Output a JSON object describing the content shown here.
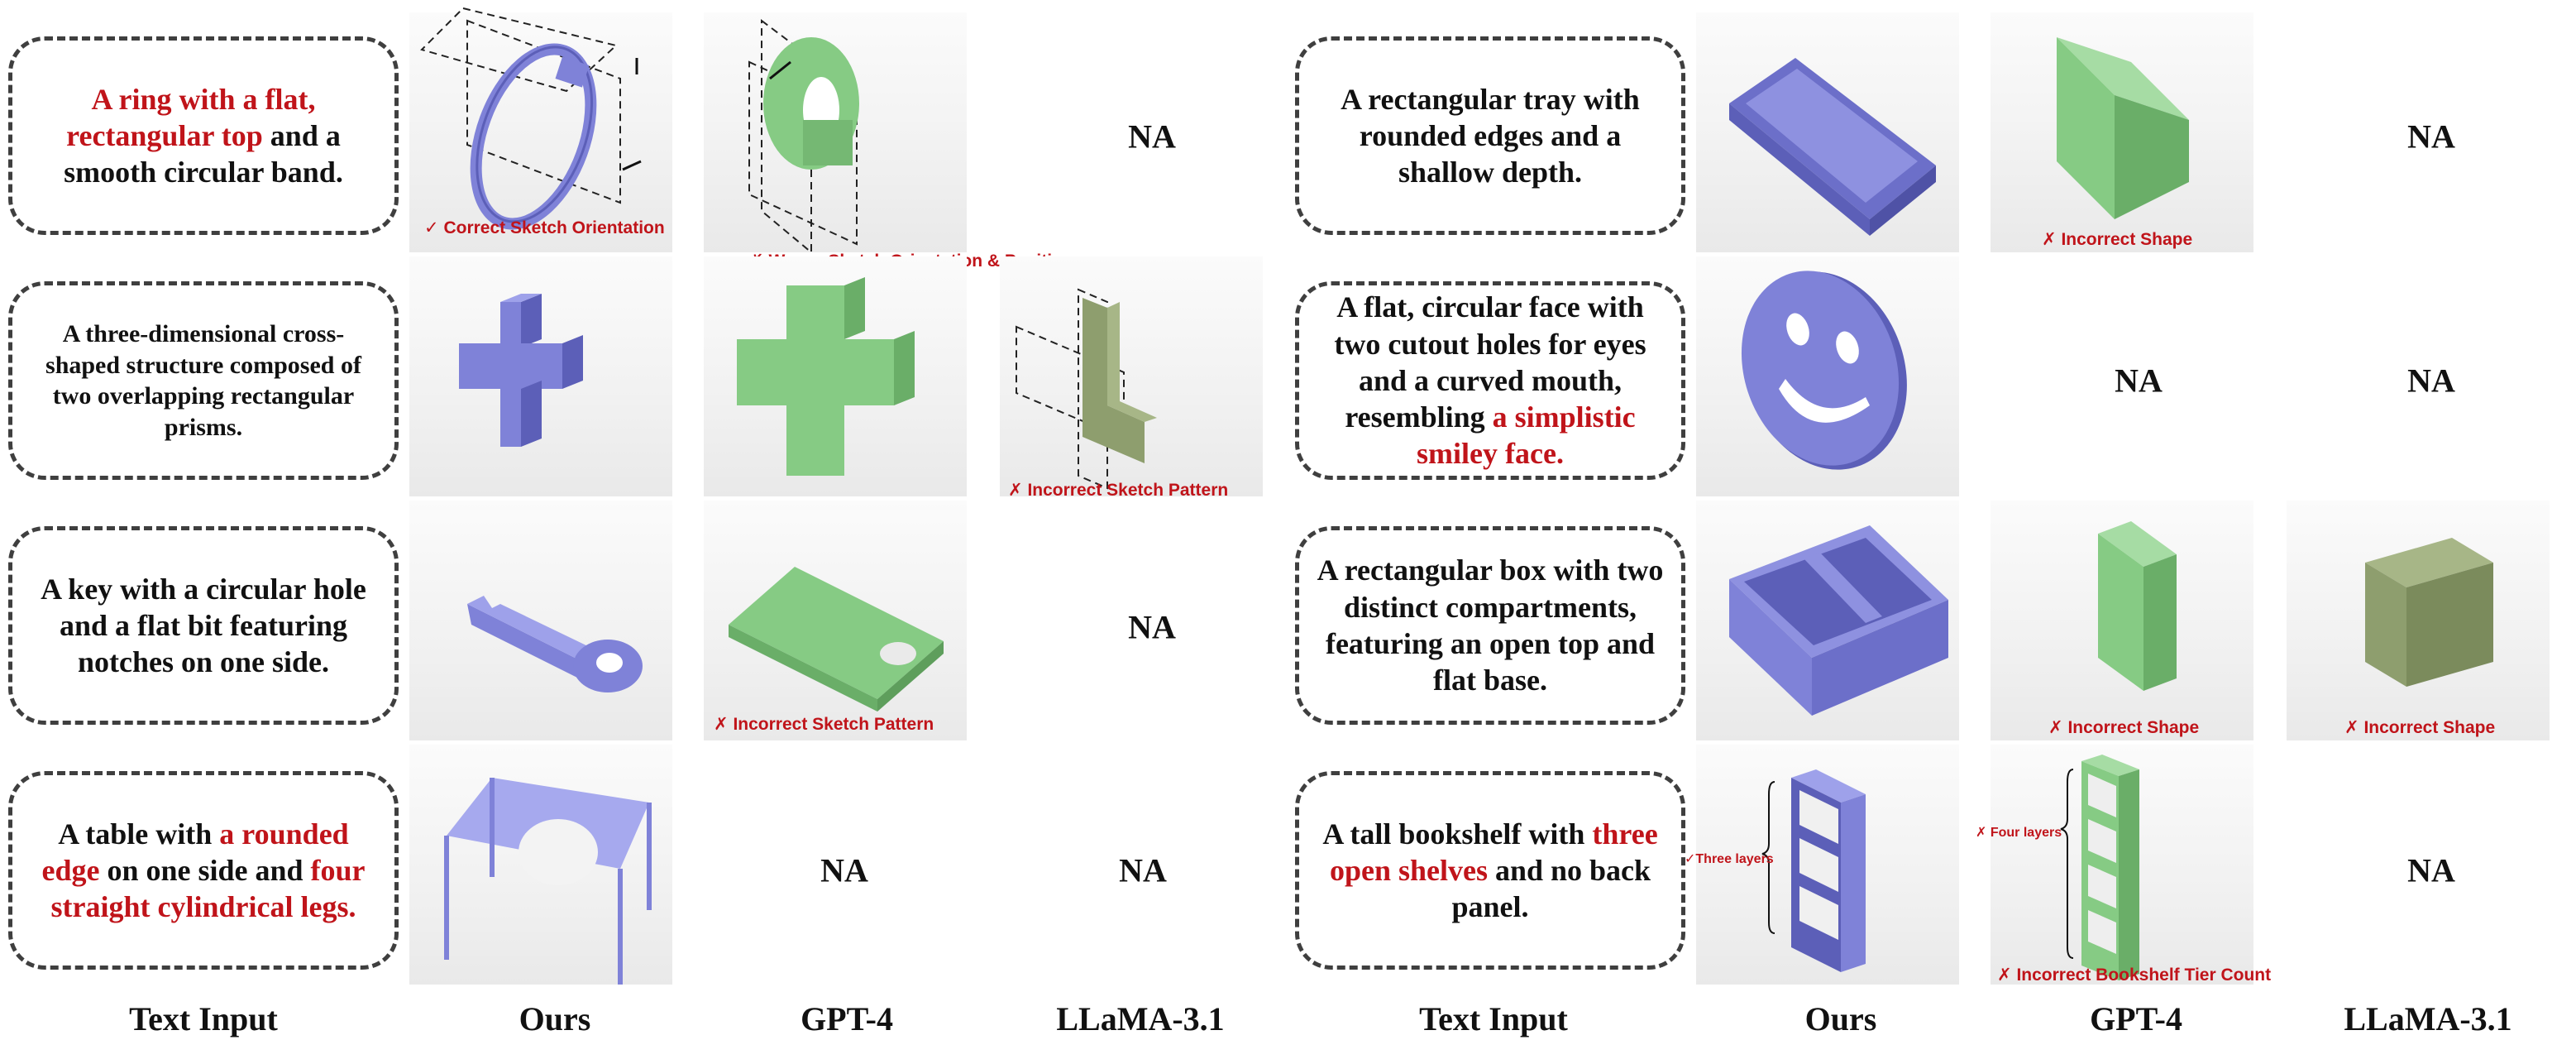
{
  "headers": {
    "text_input_left": "Text Input",
    "ours_left": "Ours",
    "gpt4_left": "GPT-4",
    "llama_left": "LLaMA-3.1",
    "text_input_right": "Text Input",
    "ours_right": "Ours",
    "gpt4_right": "GPT-4",
    "llama_right": "LLaMA-3.1"
  },
  "na": "NA",
  "prompts": {
    "ring": [
      "A ring with a flat, rectangular top",
      " and a smooth circular band."
    ],
    "cross": "A three-dimensional cross-shaped structure composed of two overlapping rectangular prisms.",
    "key": "A key with a circular hole and a flat bit featuring notches on one side.",
    "table": [
      "A table with ",
      "a rounded edge",
      " on one side and ",
      "four straight cylindrical legs."
    ],
    "tray": "A rectangular tray with rounded edges and a shallow depth.",
    "smiley": [
      "A flat, circular face with two cutout holes for eyes and a curved mouth, resembling ",
      "a simplistic smiley face."
    ],
    "box": "A rectangular box with two distinct compartments, featuring an open top and flat base.",
    "bookshelf": [
      "A tall bookshelf with ",
      "three open shelves",
      " and no back panel."
    ]
  },
  "annotations": {
    "ring_ours": "Correct Sketch Orientation",
    "ring_gpt4": "Wrong Sketch Orientation & Position",
    "cross_llama": "Incorrect Sketch Pattern",
    "key_gpt4": "Incorrect Sketch Pattern",
    "tray_gpt4": "Incorrect Shape",
    "box_gpt4": "Incorrect Shape",
    "box_llama": "Incorrect Shape",
    "shelf_ours": "Three layers",
    "shelf_gpt4_layers": "Four layers",
    "shelf_gpt4": "Incorrect Bookshelf Tier Count"
  },
  "marks": {
    "check": "✓",
    "cross": "✗"
  },
  "colors": {
    "ours": "#7f82d8",
    "gpt4": "#86cb84",
    "llama": "#8e9e6e",
    "accent_red": "#c0141a"
  }
}
